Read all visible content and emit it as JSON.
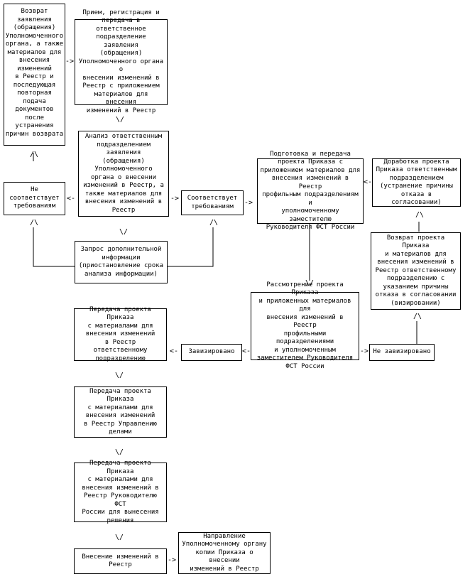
{
  "boxes": {
    "return": "Возврат\nзаявления\n(обращения)\nУполномоченного\nоргана, а также\nматериалов для\nвнесения\nизменений\nв Реестр и\nпоследующая\nповторная\nподача\nдокументов\nпосле\nустранения\nпричин возврата",
    "reception": "Прием, регистрация и\nпередача в ответственное\nподразделение заявления\n(обращения)\nУполномоченного органа о\nвнесении изменений в\nРеестр с приложением\nматериалов для внесения\nизменений в Реестр",
    "analysis": "Анализ ответственным\nподразделением заявления\n(обращения)\nУполномоченного\nоргана о внесении\nизменений в Реестр, а\nтакже материалов для\nвнесения изменений в\nРеестр",
    "not_comply": "Не\nсоответствует\nтребованиям",
    "comply": "Соответствует\nтребованиям",
    "request_info": "Запрос дополнительной\nинформации\n(приостановление срока\nанализа информации)",
    "prepare": "Подготовка и передача\nпроекта Приказа с\nприложением материалов для\nвнесения изменений в Реестр\nпрофильным подразделениям и\nуполномоченному заместителю\nРуководителя ФСТ России",
    "rework": "Доработка проекта\nПриказа ответственным\nподразделением\n(устранение причины\nотказа в согласовании)",
    "return_project": "Возврат проекта Приказа\nи материалов для\nвнесения изменений в\nРеестр ответственному\nподразделению с\nуказанием причины\nотказа в согласовании\n(визировании)",
    "review": "Рассмотрение проекта Приказа\nи приложенных материалов для\nвнесения изменений в Реестр\nпрофильными подразделениями\nи уполномоченным\nзаместителем Руководителя\nФСТ России",
    "not_approved": "Не завизировано",
    "approved": "Завизировано",
    "transfer_resp": "Передача проекта Приказа\nс материалами для\nвнесения изменений\nв Реестр ответственному\nподразделению",
    "transfer_admin": "Передача проекта Приказа\nс материалами для\nвнесения изменений\nв Реестр Управлению\nделами",
    "transfer_head": "Передача проекта Приказа\nс материалами для\nвнесения изменений в\nРеестр Руководителю ФСТ\nРоссии для вынесения\nрешения",
    "making_changes": "Внесение изменений в\nРеестр",
    "sending_copy": "Направление\nУполномоченному органу\nкопии Приказа о внесении\nизменений в Реестр"
  },
  "arrows": {
    "right": "->",
    "left": "<-",
    "down": "\\/",
    "up": "/\\"
  }
}
